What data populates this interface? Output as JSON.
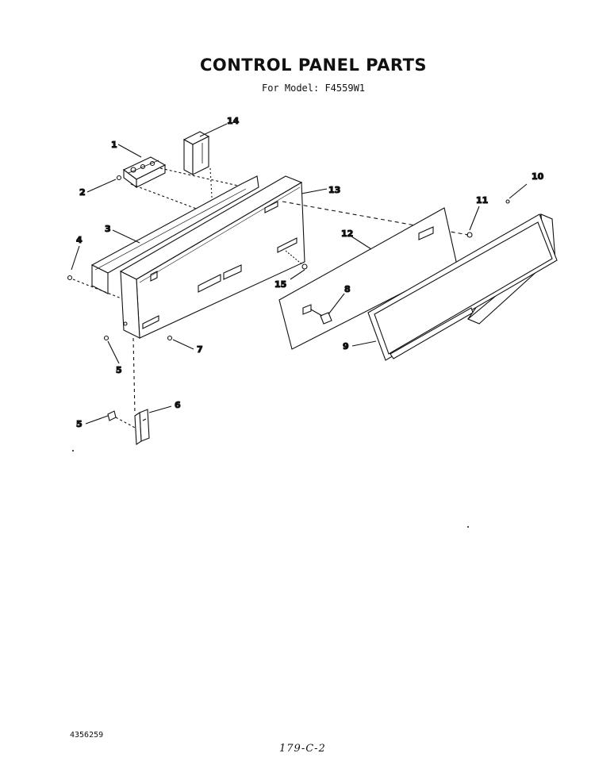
{
  "page": {
    "title": "CONTROL PANEL PARTS",
    "subtitle": "For Model: F4559W1",
    "document_number": "4356259",
    "page_code": "179-C-2"
  },
  "callouts": {
    "c1": "1",
    "c2": "2",
    "c3": "3",
    "c4": "4",
    "c5a": "5",
    "c5b": "5",
    "c6": "6",
    "c7": "7",
    "c8": "8",
    "c9": "9",
    "c10": "10",
    "c11": "11",
    "c12": "12",
    "c13": "13",
    "c14": "14",
    "c15": "15"
  }
}
